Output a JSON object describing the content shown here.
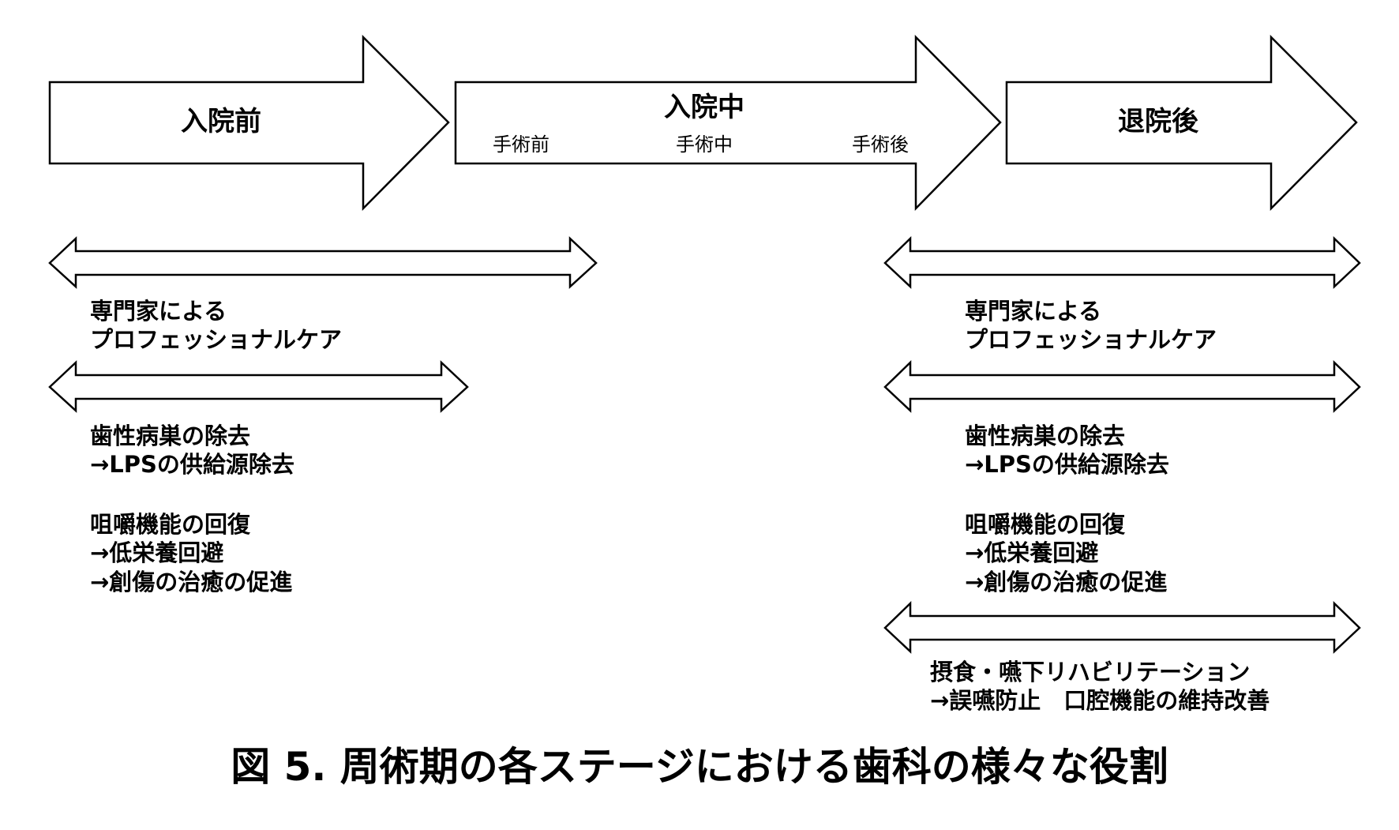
{
  "stages": {
    "pre": "入院前",
    "during": "入院中",
    "post": "退院後",
    "during_sub": [
      "手術前",
      "手術中",
      "手術後"
    ]
  },
  "left": {
    "professional_care": [
      "専門家による",
      "プロフェッショナルケア"
    ],
    "focus_removal": [
      "歯性病巣の除去",
      "→LPSの供給源除去"
    ],
    "mastication": [
      "咀嚼機能の回復",
      "→低栄養回避",
      "→創傷の治癒の促進"
    ]
  },
  "right": {
    "professional_care": [
      "専門家による",
      "プロフェッショナルケア"
    ],
    "focus_removal": [
      "歯性病巣の除去",
      "→LPSの供給源除去"
    ],
    "mastication": [
      "咀嚼機能の回復",
      "→低栄養回避",
      "→創傷の治癒の促進"
    ],
    "rehab": [
      "摂食・嚥下リハビリテーション",
      "→誤嚥防止　口腔機能の維持改善"
    ]
  },
  "caption": "図 5.  周術期の各ステージにおける歯科の様々な役割",
  "colors": {
    "stroke": "#000000",
    "fill": "#ffffff"
  }
}
